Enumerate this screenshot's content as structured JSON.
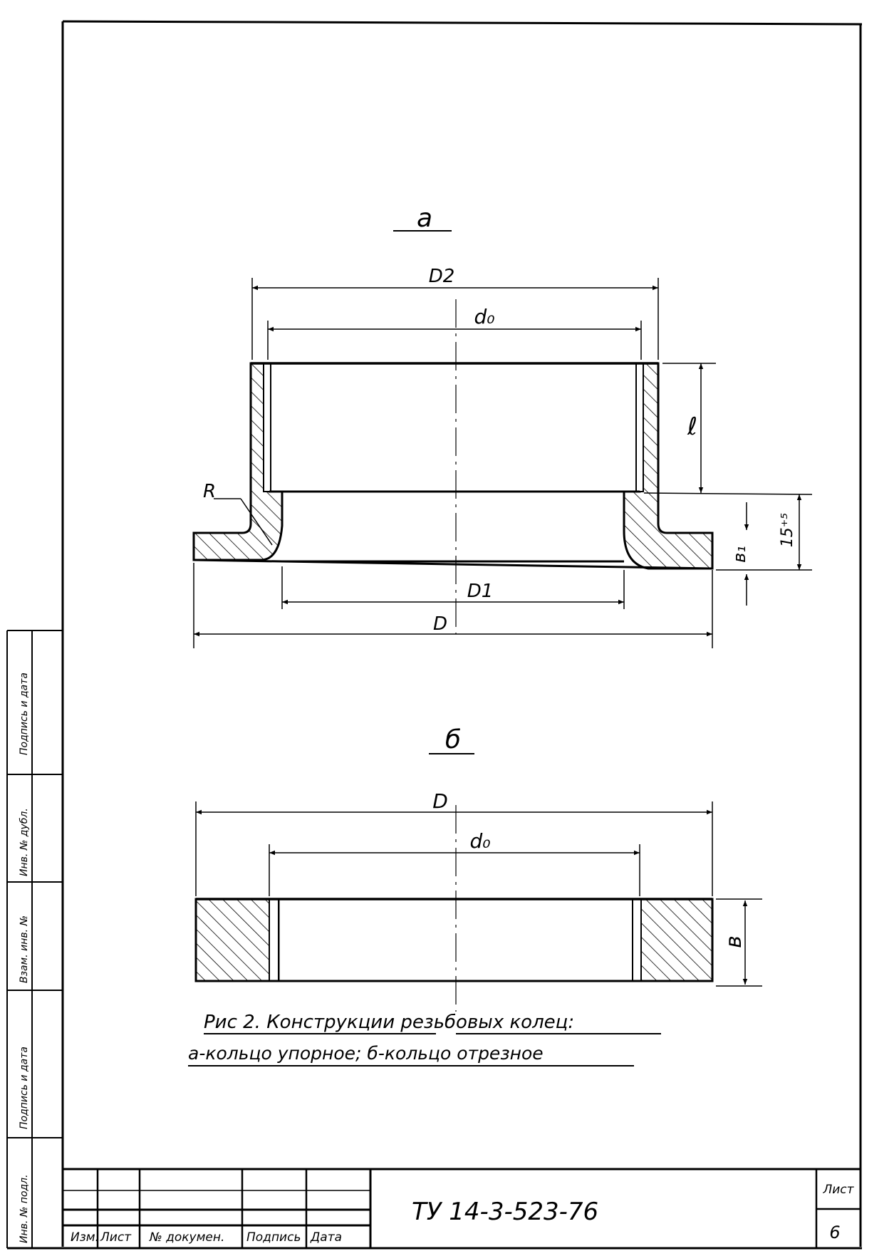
{
  "view_a": {
    "title": "а",
    "dims": {
      "D2": "D2",
      "d0": "d₀",
      "l": "ℓ",
      "R": "R",
      "b1": "в₁",
      "h": "15⁺⁵",
      "D1": "D1",
      "D": "D"
    }
  },
  "view_b": {
    "title": "б",
    "dims": {
      "D": "D",
      "d0": "d₀",
      "b": "в"
    }
  },
  "caption": {
    "line1": "Рис 2. Конструкции  резьбовых колец:",
    "line2": "а-кольцо упорное; б-кольцо отрезное"
  },
  "side_stamp": {
    "inv_podl": "Инв. № подл.",
    "podpis_data_1": "Подпись и дата",
    "vzam_inv": "Взам. инв. №",
    "inv_dubl": "Инв. № дубл.",
    "podpis_data_2": "Подпись и дата"
  },
  "title_block": {
    "col_izm": "Изм.",
    "col_list": "Лист",
    "col_doc": "№ докумен.",
    "col_podpis": "Подпись",
    "col_data": "Дата",
    "designation": "ТУ 14-3-523-76",
    "sheet_label": "Лист",
    "sheet_number": "6"
  }
}
